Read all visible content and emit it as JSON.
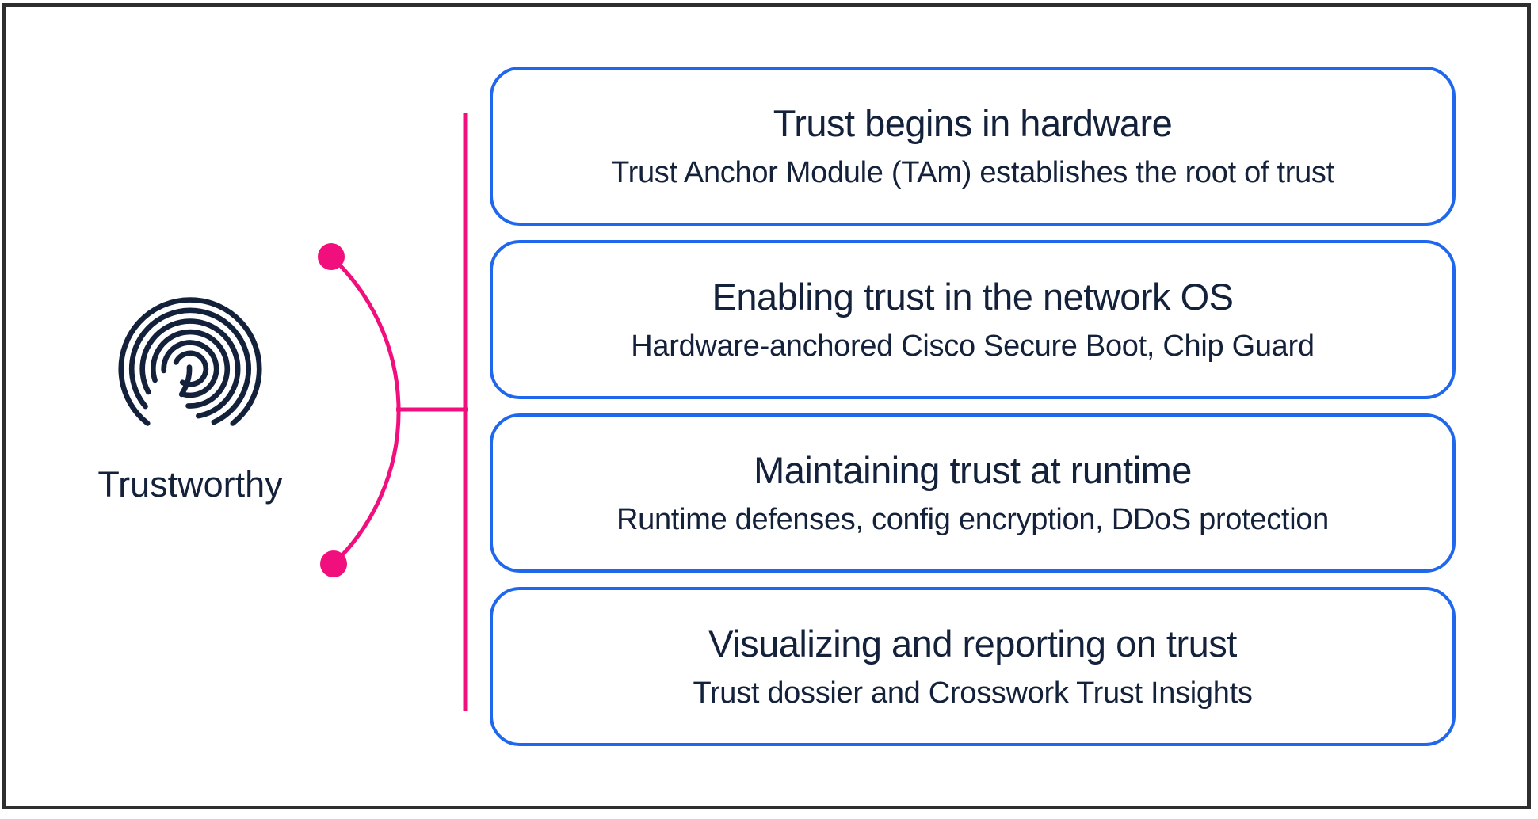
{
  "colors": {
    "pink": "#F00F7C",
    "blue": "#1F68ED",
    "navy": "#14213A",
    "frame": "#2E2E2E",
    "background": "#FFFFFF"
  },
  "left_panel": {
    "icon": "fingerprint-icon",
    "label": "Trustworthy"
  },
  "boxes": [
    {
      "title": "Trust begins in hardware",
      "subtitle": "Trust Anchor Module (TAm) establishes the root of trust"
    },
    {
      "title": "Enabling trust in the network OS",
      "subtitle": "Hardware-anchored Cisco Secure Boot, Chip Guard"
    },
    {
      "title": "Maintaining trust at runtime",
      "subtitle": "Runtime defenses, config encryption, DDoS protection"
    },
    {
      "title": "Visualizing and reporting on trust",
      "subtitle": "Trust dossier and Crosswork Trust Insights"
    }
  ]
}
